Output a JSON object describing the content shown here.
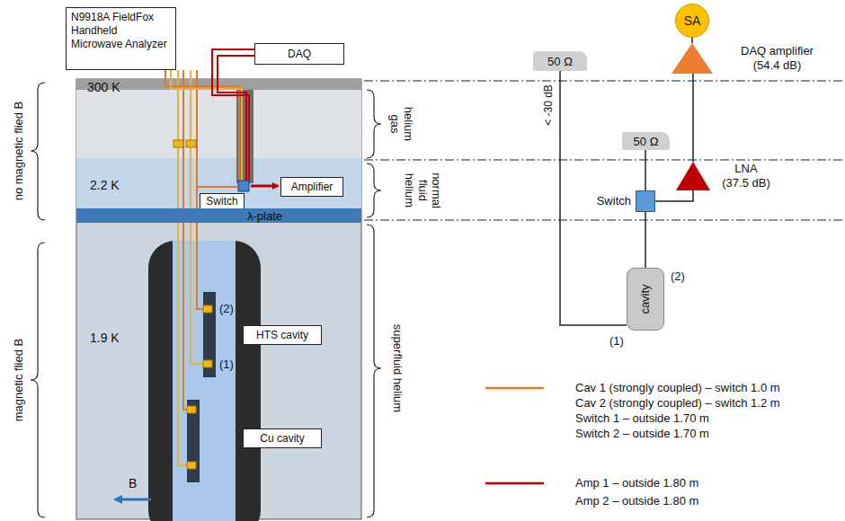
{
  "diagram": {
    "nodes": [
      {
        "text": [
          "N9918A FieldFox Handheld Microwave Analyzer"
        ]
      },
      {
        "text": [
          "DAQ"
        ]
      },
      {
        "text": [
          "Amplifier"
        ]
      },
      {
        "text": [
          "Switch"
        ]
      },
      {
        "text": [
          "λ-plate"
        ]
      },
      {
        "text": [
          "HTS cavity"
        ]
      },
      {
        "text": [
          "Cu cavity"
        ]
      },
      {
        "text": [
          "50 Ω"
        ]
      },
      {
        "text": [
          "SA"
        ]
      },
      {
        "text": [
          "DAQ amplifier (54.4 dB)"
        ]
      },
      {
        "text": [
          "50 Ω"
        ]
      },
      {
        "text": [
          "LNA (37.5 dB)"
        ]
      },
      {
        "text": [
          "Switch"
        ]
      },
      {
        "text": [
          "cavity"
        ]
      }
    ],
    "edges": [
      {
        "from": 7,
        "to": 13,
        "arrow": "none",
        "label": "< -30 dB"
      },
      {
        "from": 13,
        "to": 12,
        "arrow": "none"
      },
      {
        "from": 12,
        "to": 10,
        "arrow": "none"
      },
      {
        "from": 12,
        "to": 11,
        "arrow": "none"
      },
      {
        "from": 11,
        "to": 9,
        "arrow": "none"
      },
      {
        "from": 9,
        "to": 8,
        "arrow": "none"
      }
    ],
    "labels": [
      "300 K",
      "2.2 K",
      "1.9 K",
      "no magnetic flied B",
      "magnetic flied B",
      "helium gas",
      "normal fluid helium",
      "superfluid helium",
      "(2)",
      "(1)",
      "B",
      "(2)",
      "(1)"
    ],
    "legend": [
      {
        "text": "Cav 1 (strongly coupled) – switch 1.0 m"
      },
      {
        "text": "Cav 2 (strongly coupled) – switch 1.2 m"
      },
      {
        "text": "Switch 1 – outside 1.70 m"
      },
      {
        "text": "Switch 2 – outside 1.70 m"
      },
      {
        "text": "Amp 1 – outside 1.80 m"
      },
      {
        "text": "Amp 2 – outside 1.80 m"
      }
    ]
  }
}
